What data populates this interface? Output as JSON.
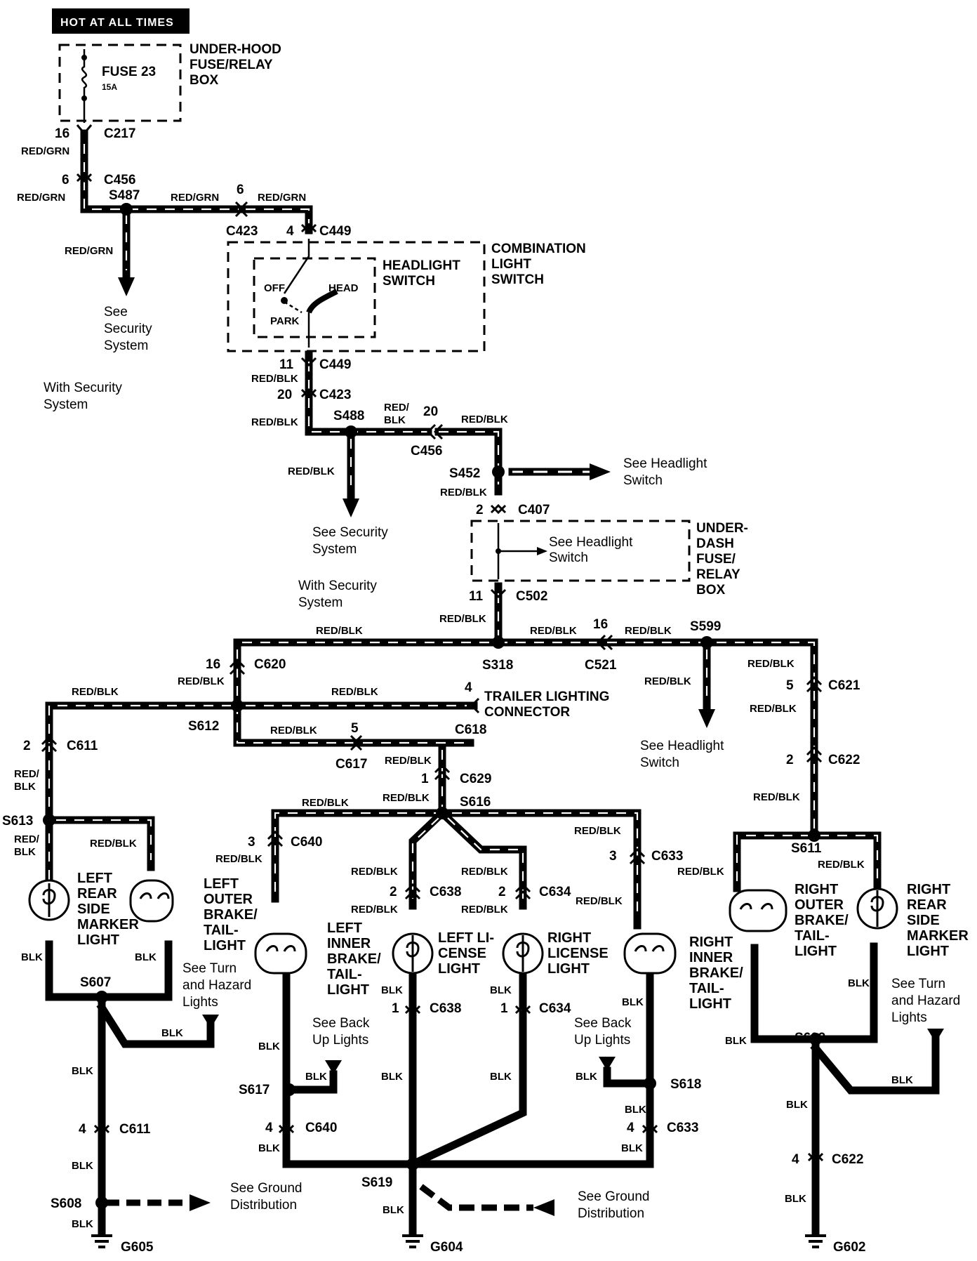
{
  "header": {
    "hot_at_all_times": "HOT AT ALL TIMES"
  },
  "fuse": {
    "name": "FUSE 23",
    "rating": "15A"
  },
  "boxes": {
    "underhood": [
      "UNDER-HOOD",
      "FUSE/RELAY",
      "BOX"
    ],
    "headlight_switch": [
      "HEADLIGHT",
      "SWITCH"
    ],
    "combination": [
      "COMBINATION",
      "LIGHT",
      "SWITCH"
    ],
    "underdash": [
      "UNDER-",
      "DASH",
      "FUSE/",
      "RELAY",
      "BOX"
    ],
    "switch_positions": {
      "off": "OFF",
      "head": "HEAD",
      "park": "PARK"
    },
    "underdash_inner_ref": [
      "See Headlight",
      "Switch"
    ]
  },
  "trailer": [
    "TRAILER LIGHTING",
    "CONNECTOR"
  ],
  "components": {
    "left_rear_side_marker": [
      "LEFT",
      "REAR",
      "SIDE",
      "MARKER",
      "LIGHT"
    ],
    "left_outer_brake": [
      "LEFT",
      "OUTER",
      "BRAKE/",
      "TAIL-",
      "LIGHT"
    ],
    "left_inner_brake": [
      "LEFT",
      "INNER",
      "BRAKE/",
      "TAIL-",
      "LIGHT"
    ],
    "left_license": [
      "LEFT LI-",
      "CENSE",
      "LIGHT"
    ],
    "right_license": [
      "RIGHT",
      "LICENSE",
      "LIGHT"
    ],
    "right_inner_brake": [
      "RIGHT",
      "INNER",
      "BRAKE/",
      "TAIL-",
      "LIGHT"
    ],
    "right_outer_brake": [
      "RIGHT",
      "OUTER",
      "BRAKE/",
      "TAIL-",
      "LIGHT"
    ],
    "right_rear_side_marker": [
      "RIGHT",
      "REAR",
      "SIDE",
      "MARKER",
      "LIGHT"
    ]
  },
  "refs": {
    "security_1": [
      "See",
      "Security",
      "System"
    ],
    "with_security_1": [
      "With Security",
      "System"
    ],
    "security_2": [
      "See Security",
      "System"
    ],
    "with_security_2": [
      "With Security",
      "System"
    ],
    "headlight_1": [
      "See Headlight",
      "Switch"
    ],
    "headlight_2": [
      "See Headlight",
      "Switch"
    ],
    "turn_hazard_left": [
      "See Turn",
      "and Hazard",
      "Lights"
    ],
    "turn_hazard_right": [
      "See Turn",
      "and Hazard",
      "Lights"
    ],
    "backup_left": [
      "See Back",
      "Up Lights"
    ],
    "backup_right": [
      "See Back",
      "Up Lights"
    ],
    "ground_left": [
      "See Ground",
      "Distribution"
    ],
    "ground_right": [
      "See Ground",
      "Distribution"
    ]
  },
  "wires": {
    "red_grn": "RED/GRN",
    "red_blk": "RED/BLK",
    "red_blk_split": [
      "RED/",
      "BLK"
    ],
    "blk": "BLK"
  },
  "connectors": {
    "c217": "C217",
    "c456": "C456",
    "c423": "C423",
    "c449": "C449",
    "c407": "C407",
    "c502": "C502",
    "c620": "C620",
    "c521": "C521",
    "c621": "C621",
    "c618": "C618",
    "c611": "C611",
    "c617": "C617",
    "c629": "C629",
    "c622": "C622",
    "c640": "C640",
    "c638": "C638",
    "c634": "C634",
    "c633": "C633"
  },
  "splices": {
    "s487": "S487",
    "s488": "S488",
    "s452": "S452",
    "s318": "S318",
    "s599": "S599",
    "s612": "S612",
    "s613": "S613",
    "s616": "S616",
    "s611": "S611",
    "s607": "S607",
    "s617": "S617",
    "s618": "S618",
    "s609": "S609",
    "s619": "S619",
    "s608": "S608"
  },
  "grounds": {
    "g605": "G605",
    "g604": "G604",
    "g602": "G602"
  },
  "pins": {
    "p16": "16",
    "p6": "6",
    "p4": "4",
    "p11": "11",
    "p20": "20",
    "p2": "2",
    "p5": "5",
    "p1": "1",
    "p3": "3"
  }
}
